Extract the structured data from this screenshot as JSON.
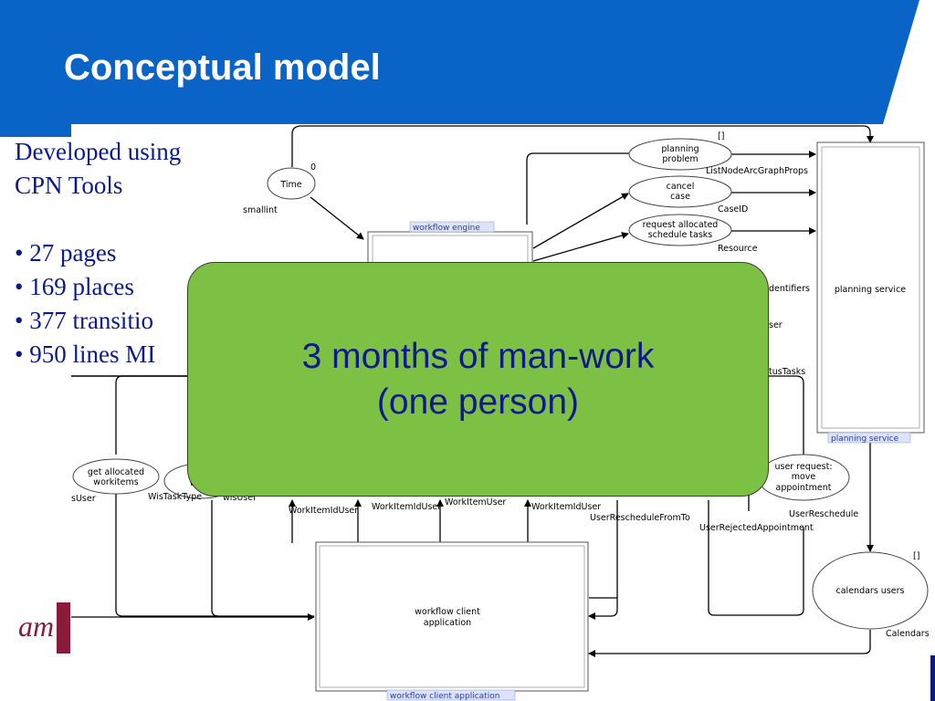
{
  "slide": {
    "title": "Conceptual model",
    "colors": {
      "header_blue": "#0a64c8",
      "text_blue": "#0a1a8a",
      "overlay_green": "#7dc144",
      "logo": "#8b1b3b"
    }
  },
  "bullets": {
    "intro": [
      "Developed using",
      "CPN Tools"
    ],
    "items": [
      "• 27 pages",
      "• 169 places",
      "• 377 transitio",
      "• 950 lines MI"
    ]
  },
  "overlay": {
    "line1": "3 months of man-work",
    "line2": "(one person)"
  },
  "logo": {
    "text": "am"
  },
  "diagram": {
    "places": {
      "time": "Time",
      "time_token": "0",
      "time_type": "smallint",
      "planning_problem": [
        "planning",
        "problem"
      ],
      "cancel_case": [
        "cancel",
        "case"
      ],
      "request_allocated": [
        "request allocated",
        "schedule tasks"
      ],
      "get_allocated": [
        "get allocated",
        "workitems"
      ],
      "user_request": [
        "user request:",
        "move",
        "appointment"
      ],
      "calendars_users": "calendars users"
    },
    "labels": {
      "empty_list": "[]",
      "listnode": "ListNodeArcGraphProps",
      "caseid": "CaseID",
      "resource": "Resource",
      "identifiers": "dentifiers",
      "ser": "ser",
      "tustasks": "tusTasks",
      "sususer": "sUser",
      "wistasktype": "WisTaskType",
      "wisuser": "wisUser",
      "wi_frag": "wi",
      "workitemiduser1": "WorkItemIdUser",
      "workitemiduser2": "WorkItemIdUser",
      "workitemuser": "WorkItemUser",
      "workitemiduser3": "WorkItemIdUser",
      "reschedulefromto": "UserRescheduleFromTo",
      "rejected": "UserRejectedAppointment",
      "reschedule": "UserReschedule",
      "empty_list2": "[]",
      "calendars": "Calendars",
      "workflow_engine_tag": "workflow engine",
      "planning_service_tag": "planning service",
      "workflow_client_tag": "workflow client application"
    },
    "substitutions": {
      "planning_service": "planning service",
      "workflow_client": [
        "workflow client",
        "application"
      ]
    }
  }
}
